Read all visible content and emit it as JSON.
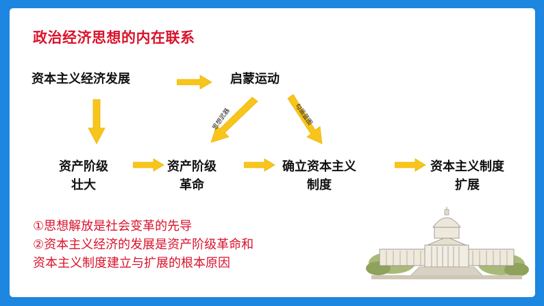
{
  "title": "政治经济思想的内在联系",
  "nodes": {
    "capitalist_economy": "资本主义经济发展",
    "enlightenment": "启蒙运动",
    "bourgeoisie_grow": [
      "资产阶级",
      "壮大"
    ],
    "bourgeois_revolution": [
      "资产阶级",
      "革命"
    ],
    "establish_system": [
      "确立资本主义",
      "制度"
    ],
    "expand_system": [
      "资本主义制度",
      "扩展"
    ]
  },
  "arrow_labels": {
    "ideological_weapon": "思想武器",
    "blueprint": "勾画蓝图"
  },
  "notes": [
    "①思想解放是社会变革的先导",
    "②资本主义经济的发展是资产阶级革命和",
    "资本主义制度建立与扩展的根本原因"
  ],
  "colors": {
    "frame": "#1d86e0",
    "title": "#d9122b",
    "arrow": "#f7c51c",
    "notes": "#d9122b"
  },
  "icons": {
    "building": "capitol-building-icon"
  }
}
